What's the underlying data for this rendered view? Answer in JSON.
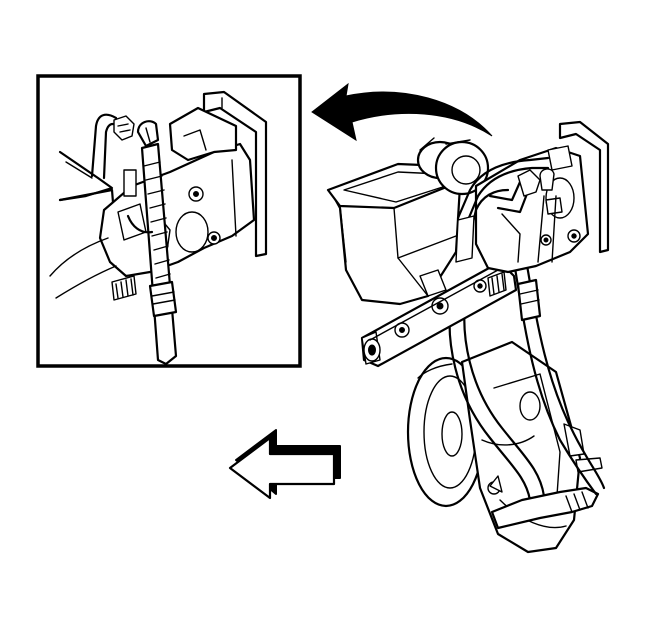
{
  "figure": {
    "parts": [
      {
        "name": "power-steering-pump",
        "icon": "pump-icon"
      },
      {
        "name": "pump-reservoir",
        "icon": "reservoir-icon"
      },
      {
        "name": "pump-pulley",
        "icon": "pulley-icon"
      },
      {
        "name": "mounting-bracket",
        "icon": "bracket-icon"
      },
      {
        "name": "pressure-hose",
        "icon": "hose-icon"
      },
      {
        "name": "return-hose",
        "icon": "hose-icon"
      },
      {
        "name": "hose-fitting-nut",
        "icon": "fitting-icon"
      }
    ],
    "indicators": [
      {
        "name": "detail-view-arrow",
        "icon": "curved-arrow-icon"
      },
      {
        "name": "front-of-vehicle-arrow",
        "icon": "direction-arrow-icon"
      }
    ],
    "colors": {
      "line": "#000000",
      "background": "#ffffff"
    }
  }
}
